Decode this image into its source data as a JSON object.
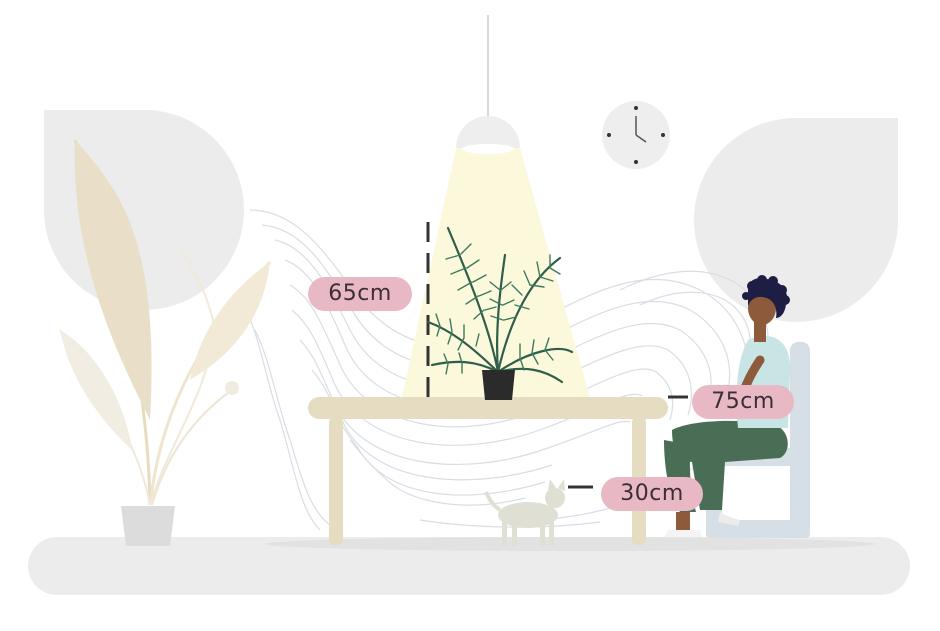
{
  "measurements": {
    "lamp_to_table": "65cm",
    "table_height": "75cm",
    "under_table": "30cm"
  },
  "colors": {
    "measurement_pill": "#e8b8c4",
    "table": "#e6dcc2",
    "floor": "#ececec",
    "light_beam": "#fbf8dc",
    "plant_leaves": "#2f5e4a",
    "pot": "#2b2b2b",
    "shirt": "#c8e4e4",
    "pants": "#4a6e55",
    "chair": "#d6dee6"
  },
  "icons": {
    "lamp": "pendant-lamp-icon",
    "clock": "wall-clock-icon",
    "plant": "potted-palm-icon",
    "cat": "cat-icon",
    "person": "seated-person-icon"
  }
}
